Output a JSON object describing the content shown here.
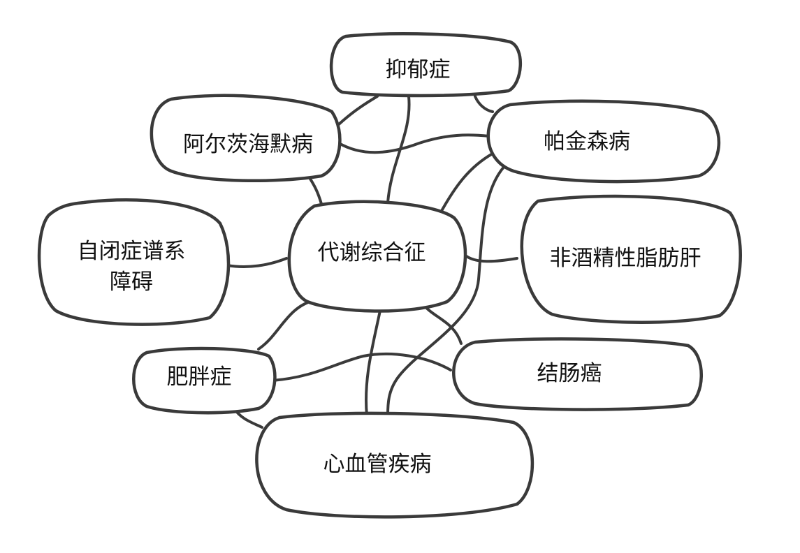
{
  "nodes": {
    "depression": "抑郁症",
    "alzheimers": "阿尔茨海默病",
    "parkinsons": "帕金森病",
    "autism_line1": "自闭症谱系",
    "autism_line2": "障碍",
    "metabolic": "代谢综合征",
    "nafld": "非酒精性脂肪肝",
    "obesity": "肥胖症",
    "colon_cancer": "结肠癌",
    "cardiovascular": "心血管疾病"
  }
}
